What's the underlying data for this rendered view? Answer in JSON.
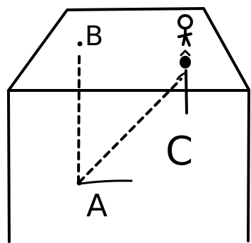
{
  "diagram": {
    "labels": {
      "a": "A",
      "b": "B",
      "c": "C"
    },
    "icons": {
      "figure": "stick-figure-icon"
    },
    "colors": {
      "ink": "#000000",
      "background": "#ffffff"
    }
  }
}
